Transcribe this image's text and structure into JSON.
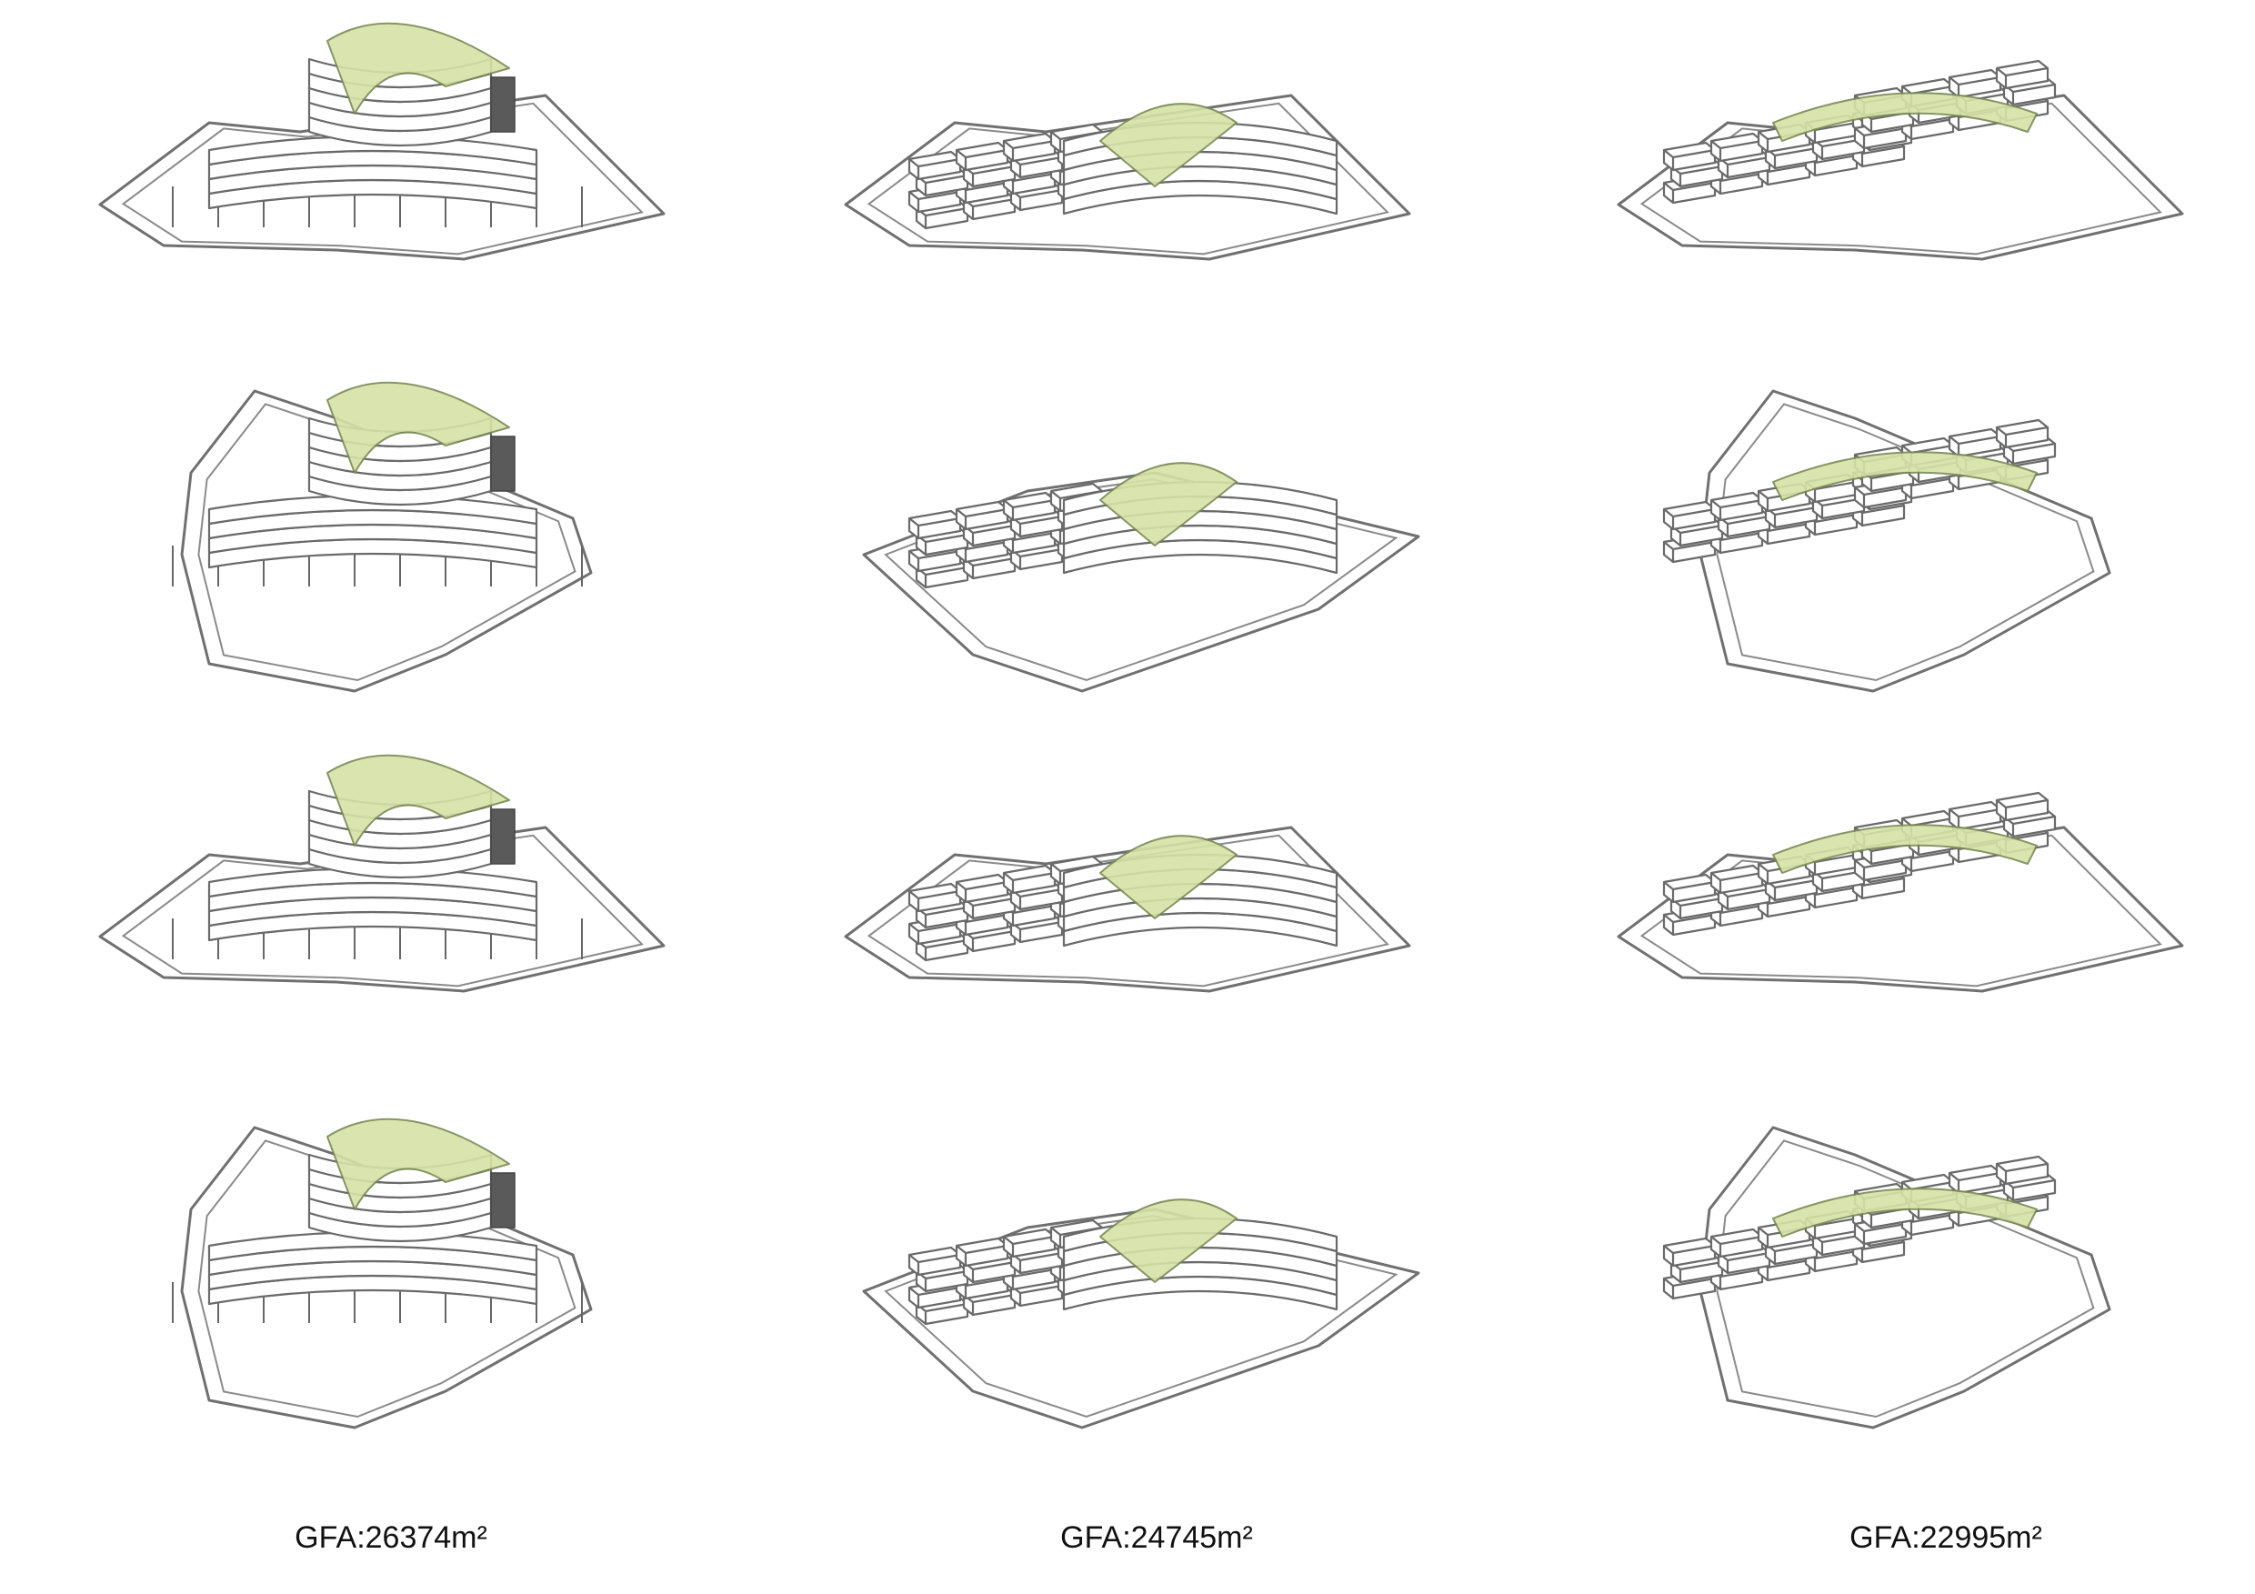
{
  "captions": [
    "GFA:26374m²",
    "GFA:24745m²",
    "GFA:22995m²"
  ],
  "colors": {
    "background": "#ffffff",
    "linework": "#6a6a6a",
    "green_courtyard": "#d6e2a6",
    "dark_core": "#5a5a5a"
  },
  "grid": {
    "columns": 3,
    "rows": 4
  }
}
